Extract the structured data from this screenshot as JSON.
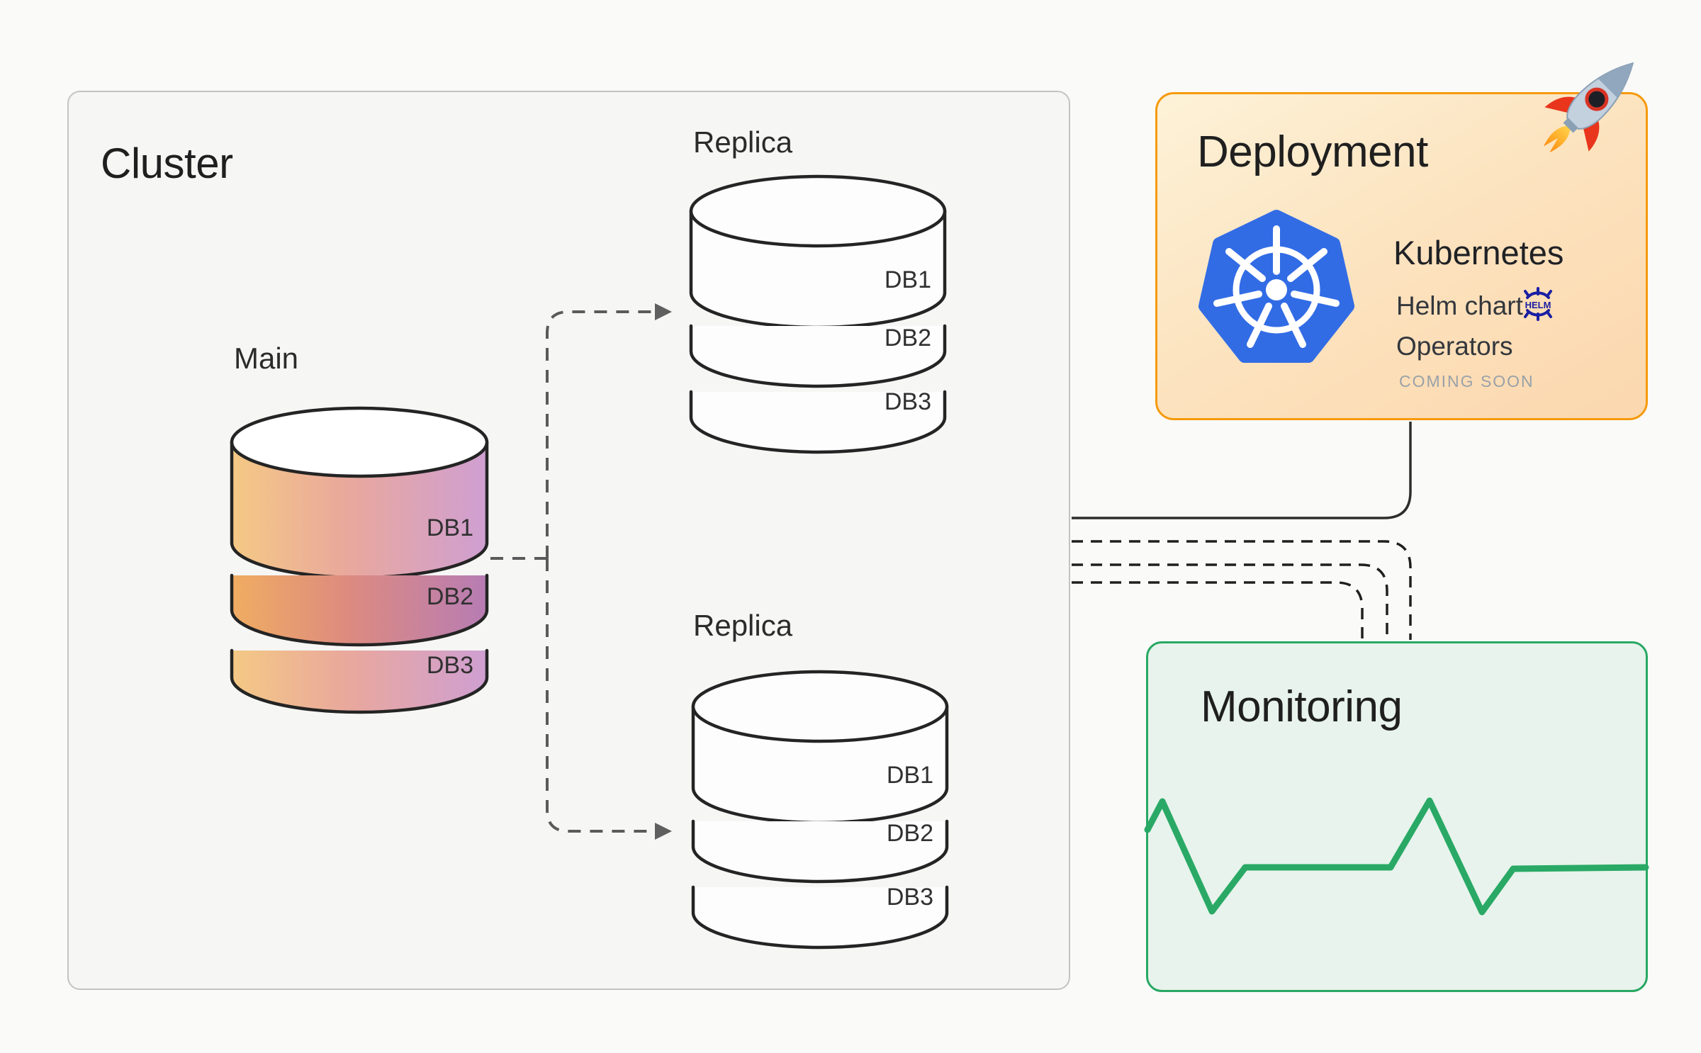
{
  "cluster": {
    "title": "Cluster",
    "main": {
      "label": "Main",
      "layers": [
        "DB1",
        "DB2",
        "DB3"
      ]
    },
    "replicas": [
      {
        "label": "Replica",
        "layers": [
          "DB1",
          "DB2",
          "DB3"
        ]
      },
      {
        "label": "Replica",
        "layers": [
          "DB1",
          "DB2",
          "DB3"
        ]
      }
    ]
  },
  "deployment": {
    "title": "Deployment",
    "platform": "Kubernetes",
    "helm_label": "Helm chart",
    "helm_badge_text": "HELM",
    "operators_label": "Operators",
    "operators_note": "COMING SOON"
  },
  "monitoring": {
    "title": "Monitoring"
  },
  "colors": {
    "deployment_border": "#f59a0c",
    "monitoring_border": "#27a863",
    "pulse_green": "#29a965",
    "kubernetes_blue": "#326ce5",
    "helm_navy": "#1a1fa3",
    "main_gradient_left": "#f4c985",
    "main_gradient_right": "#cf9fd2"
  }
}
